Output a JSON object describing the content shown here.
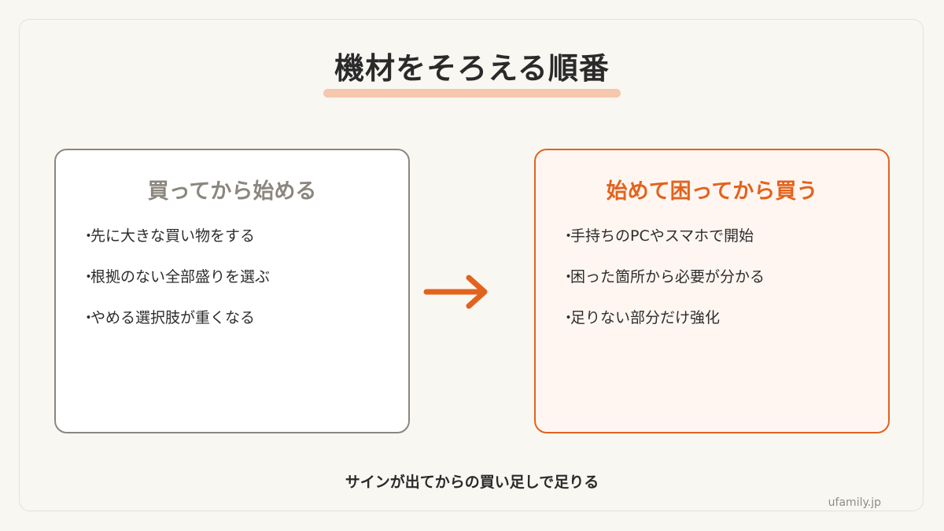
{
  "title": "機材をそろえる順番",
  "left_card": {
    "title": "買ってから始める",
    "items": [
      "先に大きな買い物をする",
      "根拠のない全部盛りを選ぶ",
      "やめる選択肢が重くなる"
    ]
  },
  "right_card": {
    "title": "始めて困ってから買う",
    "items": [
      "手持ちのPCやスマホで開始",
      "困った箇所から必要が分かる",
      "足りない部分だけ強化"
    ]
  },
  "bullet": "・",
  "tagline": "サインが出てからの買い足しで足りる",
  "credit": "ufamily.jp",
  "colors": {
    "accent": "#e2631e",
    "muted": "#8b877e",
    "underline": "#f5c7ad"
  },
  "icons": {
    "arrow": "arrow-right-icon"
  }
}
